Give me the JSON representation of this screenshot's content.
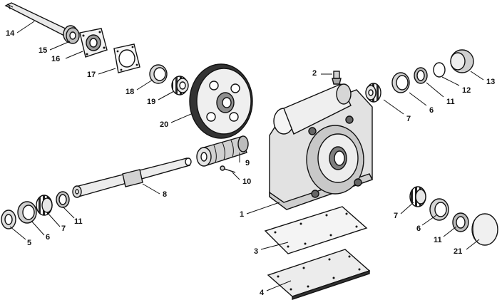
{
  "callouts": [
    {
      "id": "c1",
      "text": "1"
    },
    {
      "id": "c2",
      "text": "2"
    },
    {
      "id": "c3",
      "text": "3"
    },
    {
      "id": "c4",
      "text": "4"
    },
    {
      "id": "c5",
      "text": "5"
    },
    {
      "id": "c6a",
      "text": "6"
    },
    {
      "id": "c6b",
      "text": "6"
    },
    {
      "id": "c6c",
      "text": "6"
    },
    {
      "id": "c7a",
      "text": "7"
    },
    {
      "id": "c7b",
      "text": "7"
    },
    {
      "id": "c7c",
      "text": "7"
    },
    {
      "id": "c8",
      "text": "8"
    },
    {
      "id": "c9",
      "text": "9"
    },
    {
      "id": "c10",
      "text": "10"
    },
    {
      "id": "c11a",
      "text": "11"
    },
    {
      "id": "c11b",
      "text": "11"
    },
    {
      "id": "c11c",
      "text": "11"
    },
    {
      "id": "c12",
      "text": "12"
    },
    {
      "id": "c13",
      "text": "13"
    },
    {
      "id": "c14",
      "text": "14"
    },
    {
      "id": "c15",
      "text": "15"
    },
    {
      "id": "c16",
      "text": "16"
    },
    {
      "id": "c17",
      "text": "17"
    },
    {
      "id": "c18",
      "text": "18"
    },
    {
      "id": "c19",
      "text": "19"
    },
    {
      "id": "c20",
      "text": "20"
    },
    {
      "id": "c21",
      "text": "21"
    }
  ]
}
